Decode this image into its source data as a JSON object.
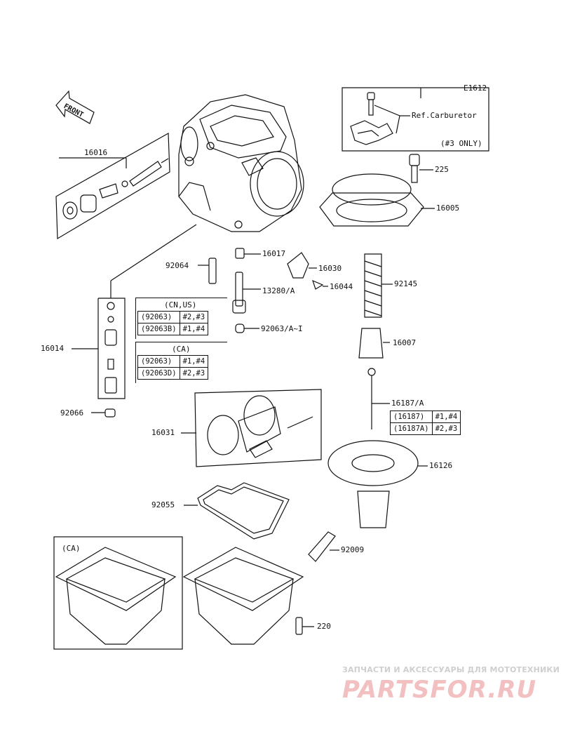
{
  "diagram_code": "E1612",
  "front_label": "FRONT",
  "ref_box": {
    "label": "Ref.Carburetor",
    "note": "(#3 ONLY)"
  },
  "parts": {
    "p16016": "16016",
    "p16014": "16014",
    "p92066": "92066",
    "p92064": "92064",
    "p16017": "16017",
    "p16030": "16030",
    "p16044": "16044",
    "p13280": "13280/A",
    "p92063": "92063/A~I",
    "p225": "225",
    "p16005": "16005",
    "p92145": "92145",
    "p16007": "16007",
    "p16187": "16187/A",
    "p16031": "16031",
    "p16126": "16126",
    "p92055": "92055",
    "p92009": "92009",
    "p220": "220"
  },
  "spec_cn_us": {
    "title": "(CN,US)",
    "rows": [
      [
        "(92063)",
        "#2,#3"
      ],
      [
        "(92063B)",
        "#1,#4"
      ]
    ]
  },
  "spec_ca": {
    "title": "(CA)",
    "rows": [
      [
        "(92063)",
        "#1,#4"
      ],
      [
        "(92063D)",
        "#2,#3"
      ]
    ]
  },
  "spec_16187": {
    "rows": [
      [
        "(16187)",
        "#1,#4"
      ],
      [
        "(16187A)",
        "#2,#3"
      ]
    ]
  },
  "ca_box_label": "(CA)",
  "watermark": {
    "line1": "ЗАПЧАСТИ И АКСЕССУАРЫ ДЛЯ МОТОТЕХНИКИ",
    "line2": "PARTSFOR.RU"
  }
}
